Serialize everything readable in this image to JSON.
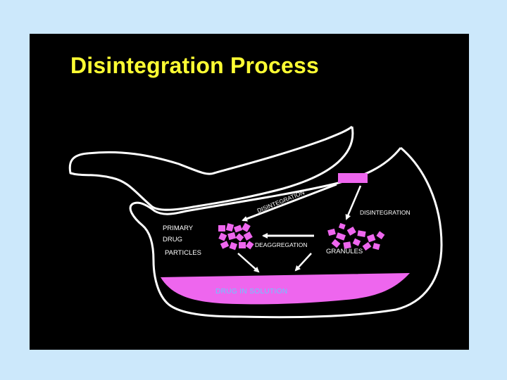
{
  "slide": {
    "title": "Disintegration Process"
  },
  "diagram": {
    "labels": {
      "primary_line1": "PRIMARY",
      "primary_line2": "DRUG",
      "primary_line3": "PARTICLES",
      "disintegration_left": "DISINTEGRATION",
      "disintegration_right": "DISINTEGRATION",
      "deaggregation": "DEAGGREGATION",
      "granules": "GRANULES",
      "dissolution": "DRUG IN SOLUTION"
    },
    "colors": {
      "background": "#cce8fb",
      "panel": "#000000",
      "title": "#ffff33",
      "outline": "#ffffff",
      "magenta": "#ee66ee",
      "dissolution_text": "#66ccff"
    }
  }
}
